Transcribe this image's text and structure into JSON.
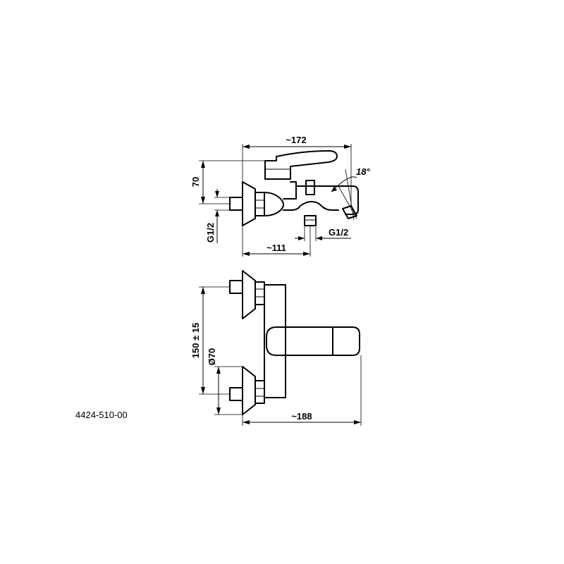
{
  "product_code": "4424-510-00",
  "dimensions": {
    "side_width": "~172",
    "side_height": "70",
    "inlet_thread": "G1/2",
    "outlet_thread": "G1/2",
    "outlet_offset": "~111",
    "spout_angle": "18°",
    "center_distance": "150 ± 15",
    "flange_diameter": "Ø70",
    "top_depth": "~188"
  }
}
